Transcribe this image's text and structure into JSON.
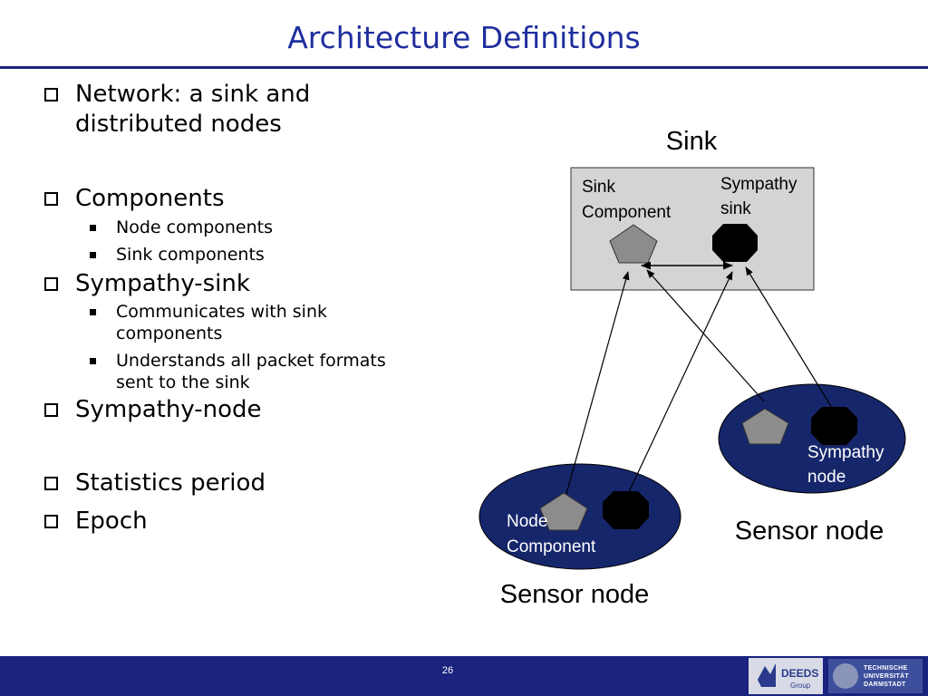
{
  "slide": {
    "title": "Architecture Definitions",
    "page_number": "26"
  },
  "bullets": {
    "network_line1": "Network: a sink and",
    "network_line2": "distributed nodes",
    "components": "Components",
    "node_components": "Node components",
    "sink_components": "Sink components",
    "sympathy_sink": "Sympathy-sink",
    "communicates_line1": "Communicates with sink",
    "communicates_line2": "components",
    "understands_line1": "Understands all packet formats",
    "understands_line2": "sent to the sink",
    "sympathy_node": "Sympathy-node",
    "statistics_period": "Statistics period",
    "epoch": "Epoch"
  },
  "diagram": {
    "sink_title": "Sink",
    "sink_component_line1": "Sink",
    "sink_component_line2": "Component",
    "sympathy_sink_line1": "Sympathy",
    "sympathy_sink_line2": "sink",
    "sympathy_node_line1": "Sympathy",
    "sympathy_node_line2": "node",
    "node_component_line1": "Node",
    "node_component_line2": "Component",
    "sensor_node_right": "Sensor node",
    "sensor_node_left": "Sensor node",
    "colors": {
      "sink_box_fill": "#d4d4d4",
      "sensor_node_fill": "#16266b",
      "component_fill": "#8c8c8c",
      "sympathy_fill": "#000000",
      "title_color": "#1f2e9e",
      "footer_color": "#1a237e"
    }
  },
  "footer": {
    "deeds_logo_text": "DEEDS",
    "deeds_logo_subtext": "Group",
    "tu_line1": "TECHNISCHE",
    "tu_line2": "UNIVERSITÄT",
    "tu_line3": "DARMSTADT"
  }
}
